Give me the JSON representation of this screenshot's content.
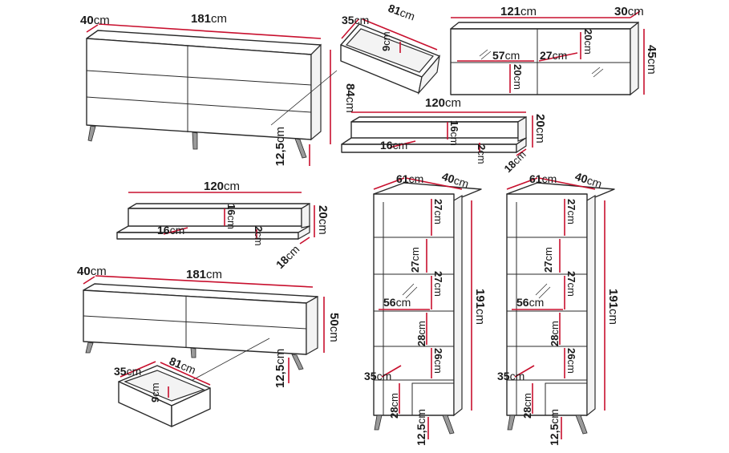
{
  "colors": {
    "dimension_line": "#c8102e",
    "outline": "#2a2a2a"
  },
  "units": "cm",
  "chest": {
    "depth": "40",
    "width": "181",
    "height": "84",
    "leg": "12,5"
  },
  "drawer_top": {
    "depth": "35",
    "width": "81",
    "inner": "9"
  },
  "wall_cabinet": {
    "width": "121",
    "depth": "30",
    "height": "45",
    "inner_width": "57",
    "inner_depth": "27",
    "shelf_gap_top": "20",
    "shelf_gap_bottom": "20"
  },
  "shelf_top": {
    "width": "120",
    "height": "20",
    "depth": "18",
    "inner_depth": "16",
    "lip_height": "16",
    "thickness": "2"
  },
  "shelf_mid": {
    "width": "120",
    "height": "20",
    "depth": "18",
    "inner_depth": "16",
    "lip_height": "16",
    "thickness": "2"
  },
  "tv_stand": {
    "depth": "40",
    "width": "181",
    "height": "50",
    "leg": "12,5"
  },
  "drawer_bottom": {
    "depth": "35",
    "width": "81",
    "inner": "9"
  },
  "bookcase_a": {
    "width": "61",
    "depth": "40",
    "height": "191",
    "gap1": "27",
    "gap2": "27",
    "gap3": "27",
    "gap4": "28",
    "gap5": "26",
    "gap6": "28",
    "inner_width": "56",
    "inner_depth": "35",
    "leg": "12,5"
  },
  "bookcase_b": {
    "width": "61",
    "depth": "40",
    "height": "191",
    "gap1": "27",
    "gap2": "27",
    "gap3": "27",
    "gap4": "28",
    "gap5": "26",
    "gap6": "28",
    "inner_width": "56",
    "inner_depth": "35",
    "leg": "12,5"
  }
}
